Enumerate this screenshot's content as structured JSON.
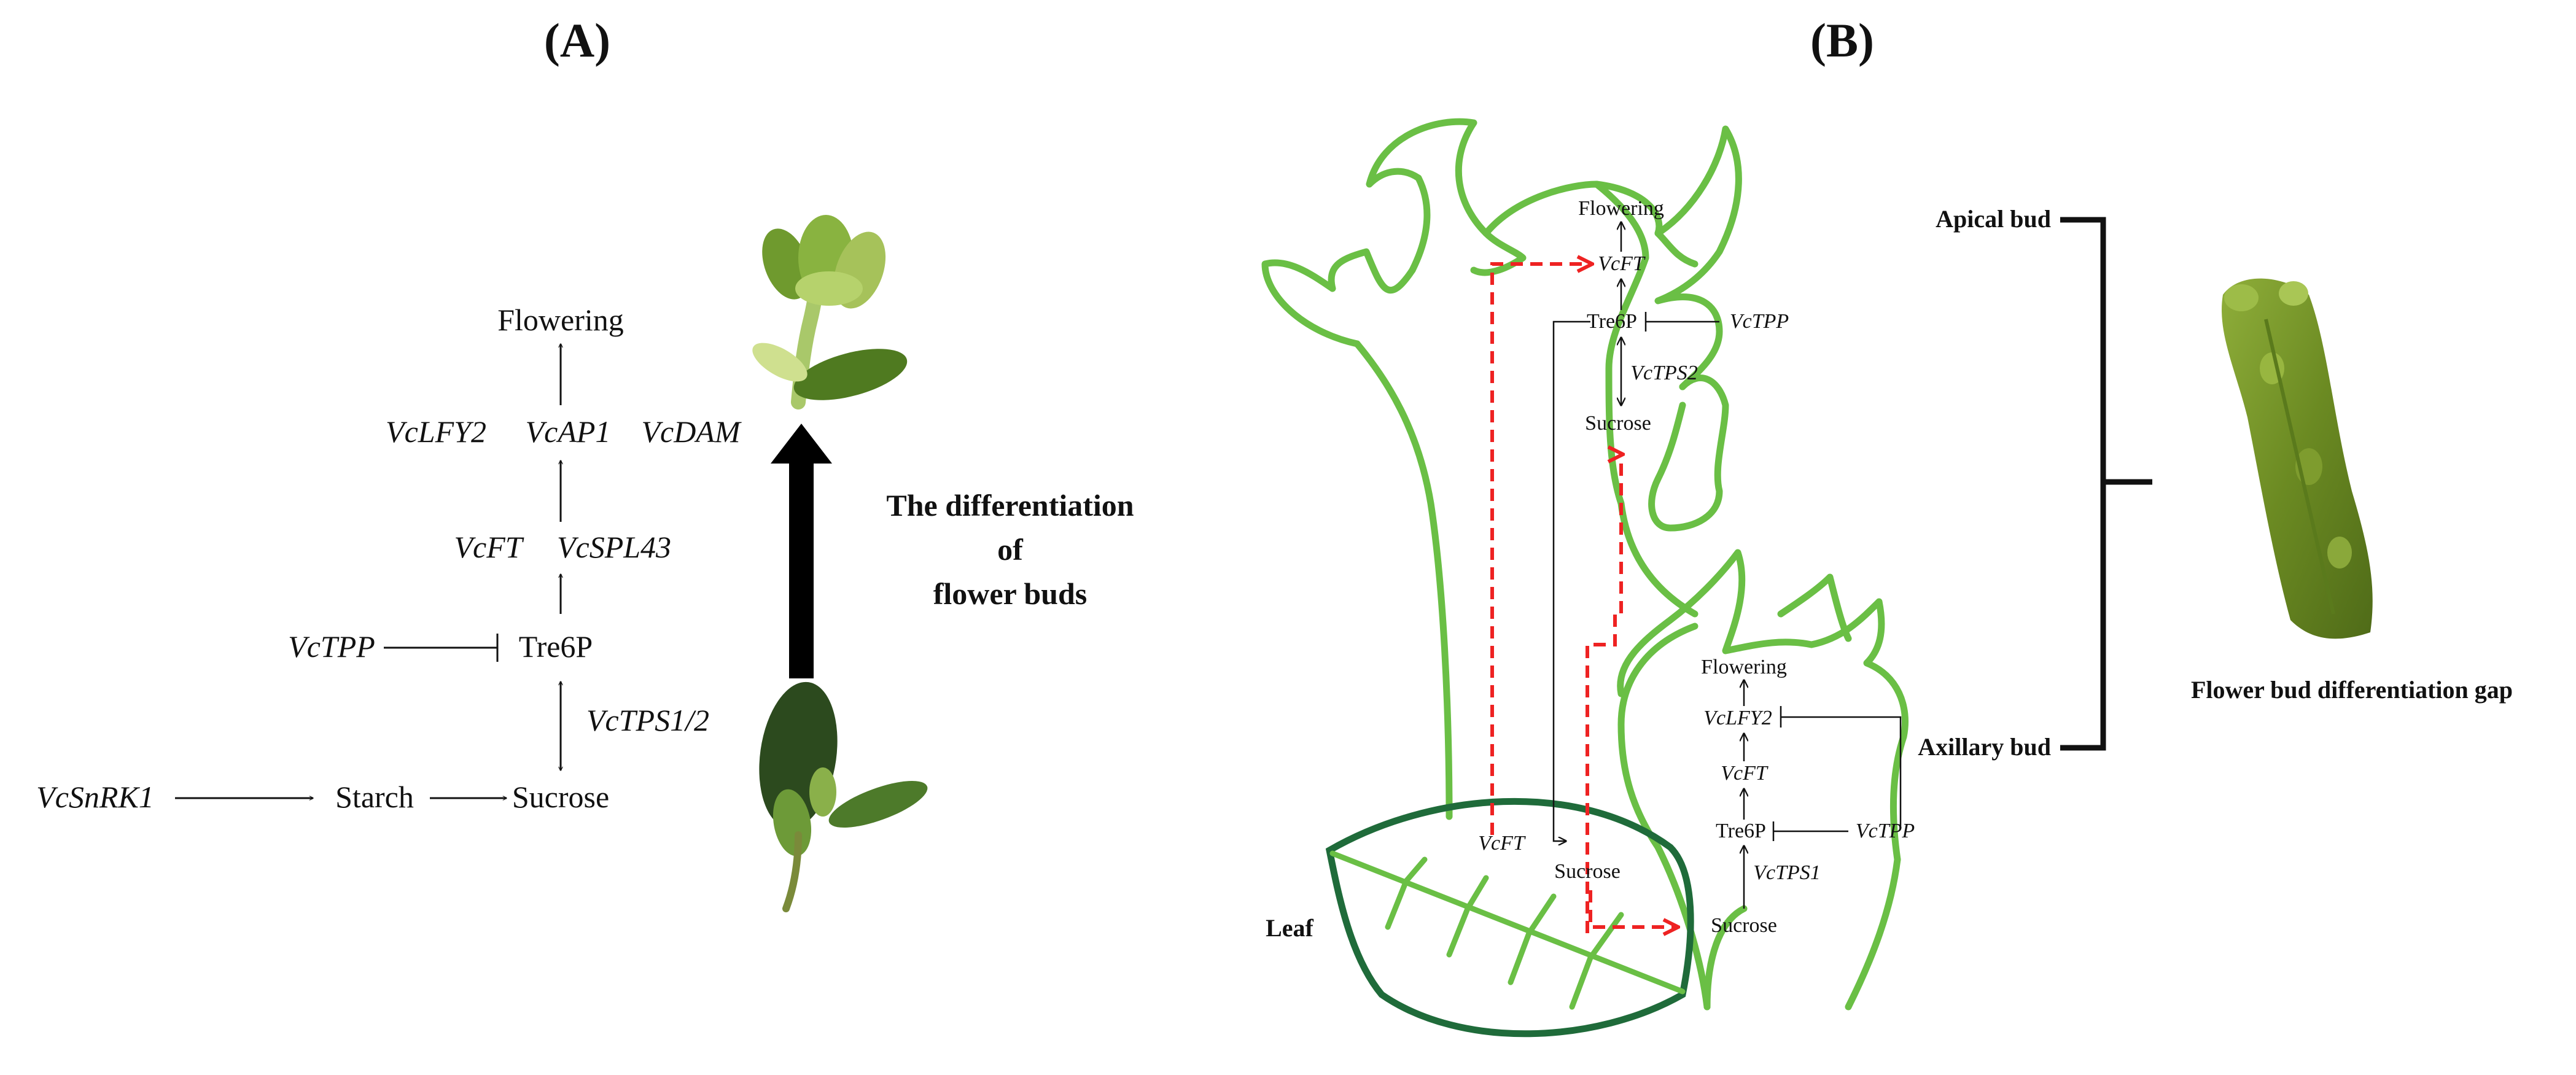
{
  "colors": {
    "plant_outline": "#6abf45",
    "leaf_outline": "#1f6b3a",
    "sugar_transport_arrow": "#ee2222",
    "text": "#111111"
  },
  "panel_a": {
    "label": "(A)",
    "nodes": {
      "flowering": "Flowering",
      "vclfy2": "VcLFY2",
      "vcap1": "VcAP1",
      "vcdam": "VcDAM",
      "vcft": "VcFT",
      "vcspl43": "VcSPL43",
      "vctpp": "VcTPP",
      "tre6p": "Tre6P",
      "vctps12": "VcTPS1/2",
      "vcsnrk1": "VcSnRK1",
      "starch": "Starch",
      "sucrose": "Sucrose"
    },
    "differentiation_label": [
      "The differentiation",
      "of",
      "flower buds"
    ]
  },
  "panel_b": {
    "label": "(B)",
    "apical": {
      "flowering": "Flowering",
      "vcft": "VcFT",
      "tre6p": "Tre6P",
      "vctpp": "VcTPP",
      "vctps2": "VcTPS2",
      "sucrose": "Sucrose"
    },
    "axillary": {
      "flowering": "Flowering",
      "vclfy2": "VcLFY2",
      "vcft": "VcFT",
      "tre6p": "Tre6P",
      "vctpp": "VcTPP",
      "vctps1": "VcTPS1",
      "sucrose": "Sucrose"
    },
    "leaf": {
      "label": "Leaf",
      "vcft": "VcFT",
      "sucrose": "Sucrose"
    },
    "apical_bud_label": "Apical bud",
    "axillary_bud_label": "Axillary bud",
    "gap_label": "Flower bud differentiation gap"
  }
}
